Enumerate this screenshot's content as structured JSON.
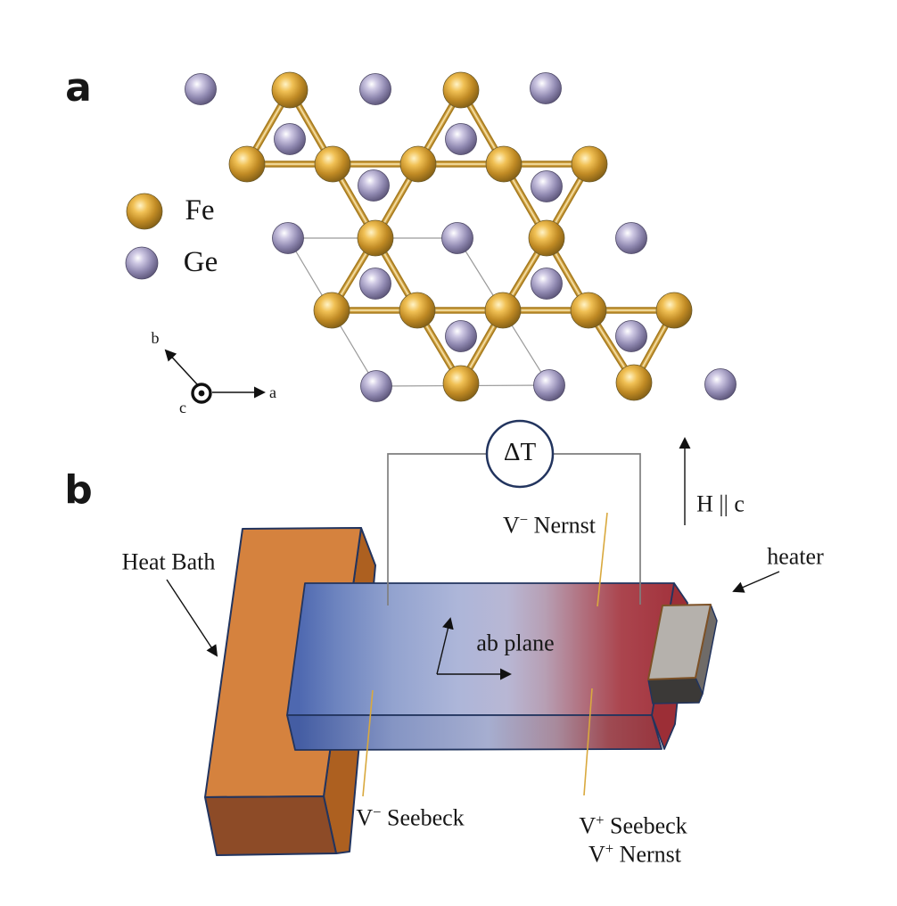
{
  "panel_a": {
    "label": "a",
    "legend": {
      "fe_symbol": "Fe",
      "ge_symbol": "Ge"
    },
    "axes": {
      "a": "a",
      "b": "b",
      "c": "c"
    },
    "colors": {
      "fe_gold": "#c8922a",
      "ge_purple": "#8d87b0",
      "bond_outer": "#a57a1e",
      "bond_mid": "#cfa041",
      "bond_core": "#f2dda2",
      "unit_cell_line": "#9a9a9a"
    },
    "structure": {
      "fe_radius": 20,
      "ge_radius": 17.5,
      "fe_atoms": [
        [
          325,
          101
        ],
        [
          517,
          101
        ],
        [
          277,
          184
        ],
        [
          373,
          184
        ],
        [
          469,
          184
        ],
        [
          565,
          184
        ],
        [
          661,
          184
        ],
        [
          421,
          267
        ],
        [
          613,
          267
        ],
        [
          372,
          348
        ],
        [
          468,
          348
        ],
        [
          564,
          348
        ],
        [
          660,
          348
        ],
        [
          756,
          348
        ],
        [
          517,
          430
        ],
        [
          711,
          429
        ]
      ],
      "ge_atoms": [
        [
          225,
          100
        ],
        [
          421,
          100
        ],
        [
          612,
          99
        ],
        [
          325,
          156
        ],
        [
          517,
          156
        ],
        [
          419,
          208
        ],
        [
          613,
          209
        ],
        [
          323,
          267
        ],
        [
          513,
          267
        ],
        [
          708,
          267
        ],
        [
          421,
          318
        ],
        [
          613,
          318
        ],
        [
          517,
          377
        ],
        [
          708,
          377
        ],
        [
          422,
          433
        ],
        [
          616,
          432
        ],
        [
          808,
          431
        ]
      ],
      "bonds": [
        [
          0,
          2
        ],
        [
          0,
          3
        ],
        [
          1,
          4
        ],
        [
          1,
          5
        ],
        [
          2,
          3
        ],
        [
          3,
          4
        ],
        [
          4,
          5
        ],
        [
          5,
          6
        ],
        [
          3,
          7
        ],
        [
          4,
          7
        ],
        [
          5,
          8
        ],
        [
          6,
          8
        ],
        [
          7,
          9
        ],
        [
          7,
          10
        ],
        [
          8,
          11
        ],
        [
          8,
          12
        ],
        [
          9,
          10
        ],
        [
          10,
          11
        ],
        [
          11,
          12
        ],
        [
          12,
          13
        ],
        [
          10,
          14
        ],
        [
          11,
          14
        ],
        [
          12,
          15
        ],
        [
          13,
          15
        ]
      ],
      "unit_cell": [
        [
          323,
          267
        ],
        [
          513,
          267
        ],
        [
          616,
          432
        ],
        [
          422,
          433
        ]
      ]
    }
  },
  "panel_b": {
    "label": "b",
    "gauge_label": "ΔT",
    "field_label": "H || c",
    "heat_bath_label": "Heat Bath",
    "heater_label": "heater",
    "plane_label": "ab plane",
    "probes": {
      "v_minus_nernst": {
        "base": "V",
        "sup": "−",
        "rest": " Nernst"
      },
      "v_minus_seebeck": {
        "base": "V",
        "sup": "−",
        "rest": " Seebeck"
      },
      "v_plus_seebeck": {
        "base": "V",
        "sup": "+",
        "rest": " Seebeck"
      },
      "v_plus_nernst": {
        "base": "V",
        "sup": "+",
        "rest": " Nernst"
      }
    },
    "colors": {
      "cold_blue": "#4e68b0",
      "hot_red": "#a2323c",
      "bath_orange": "#d5823e",
      "bath_side": "#ad6020",
      "bath_bottom": "#8d4b27",
      "heater_top": "#b5b1ac",
      "heater_side": "#6f6b68",
      "heater_front": "#3b3937",
      "wire_gray": "#7f7f7f",
      "pointer_gold": "#d9a93e",
      "outline_navy": "#22345e"
    }
  }
}
